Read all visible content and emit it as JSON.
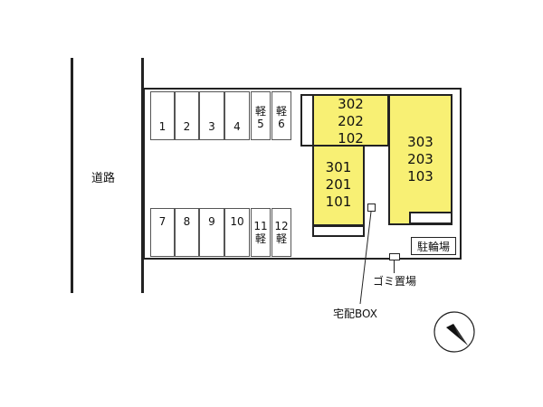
{
  "road": {
    "label": "道路"
  },
  "parking_top": [
    {
      "label": "1"
    },
    {
      "label": "2"
    },
    {
      "label": "3"
    },
    {
      "label": "4"
    },
    {
      "label": "軽\n5"
    },
    {
      "label": "軽\n6"
    }
  ],
  "parking_bottom": [
    {
      "label": "7"
    },
    {
      "label": "8"
    },
    {
      "label": "9"
    },
    {
      "label": "10"
    },
    {
      "label": "11\n軽"
    },
    {
      "label": "12\n軽"
    }
  ],
  "buildings": {
    "a": {
      "units": "302\n202\n102"
    },
    "b": {
      "units": "301\n201\n101"
    },
    "c": {
      "units": "303\n203\n103"
    }
  },
  "facilities": {
    "bicycle_parking": "駐輪場",
    "garbage": "ゴミ置場",
    "delivery_box": "宅配BOX"
  },
  "colors": {
    "building": "#f8f074",
    "line": "#222222"
  },
  "compass": {
    "icon": "north-arrow-icon"
  }
}
